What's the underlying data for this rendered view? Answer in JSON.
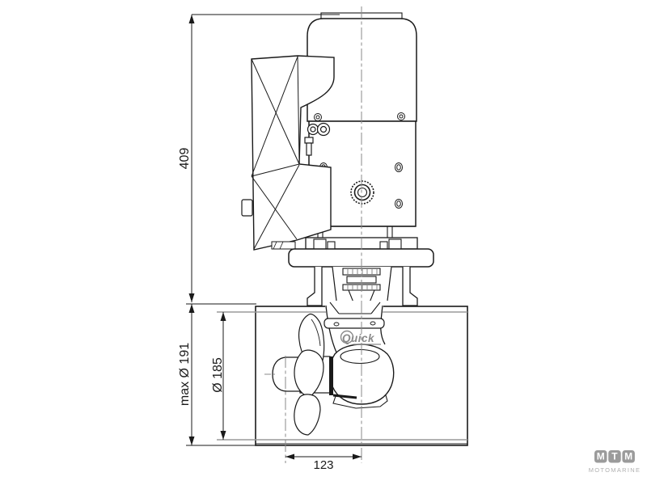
{
  "drawing": {
    "dims": {
      "overall_height": "409",
      "max_outer_diameter": "max Ø 191",
      "tunnel_inner_diameter": "Ø 185",
      "propeller_offset": "123"
    },
    "brand": {
      "name": "Quick"
    }
  },
  "watermark": {
    "letters": [
      "M",
      "T",
      "M"
    ],
    "subtitle": "MOTOMARINE"
  },
  "colors": {
    "line": "#1a1a1a",
    "gray_line": "#9a9a9a",
    "centerline": "#8a8a8a",
    "watermark_box": "#9b9b9b",
    "watermark_text": "#b0b0b0",
    "background": "#ffffff"
  }
}
